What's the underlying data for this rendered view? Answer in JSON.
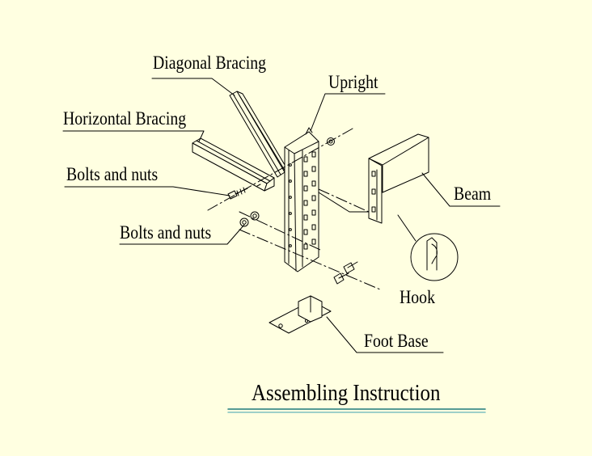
{
  "background": "#ffffe1",
  "line_color": "#000000",
  "underline_colors": [
    "#1e7a7a",
    "#7fc0c0"
  ],
  "labels": {
    "diagonal_bracing": "Diagonal Bracing",
    "upright": "Upright",
    "horizontal_bracing": "Horizontal Bracing",
    "bolts_and_nuts_upper": "Bolts and nuts",
    "bolts_and_nuts_lower": "Bolts and nuts",
    "beam": "Beam",
    "hook": "Hook",
    "foot_base": "Foot Base"
  },
  "title": "Assembling Instruction"
}
